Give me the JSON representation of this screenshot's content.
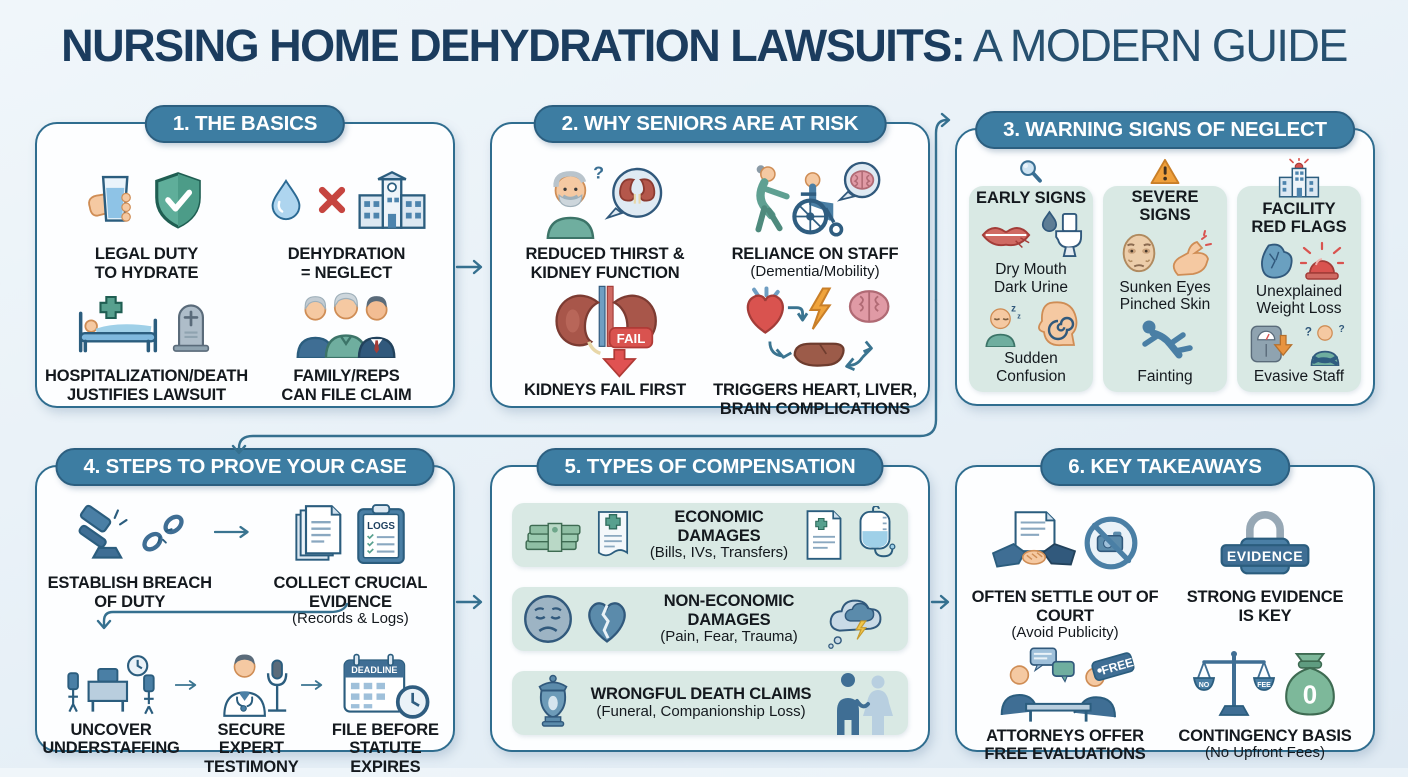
{
  "title": {
    "main": "NURSING HOME DEHYDRATION LAWSUITS:",
    "tail": " A MODERN GUIDE"
  },
  "colors": {
    "page_bg": "#e9f1f7",
    "accent_pill": "#3d7da2",
    "card_border": "#2f6d8f",
    "mint_panel": "#d9e9e4",
    "ink": "#1b3c5e",
    "alert_red": "#d9534f",
    "warn_orange": "#efa03c"
  },
  "glyphs": {
    "question_mark": "?",
    "sleep_z": "z"
  },
  "sections": {
    "basics": {
      "header": "1. THE BASICS",
      "items": {
        "legal_duty": {
          "label": "LEGAL DUTY\nTO HYDRATE",
          "icons": [
            "water-glass-icon",
            "shield-check-icon"
          ]
        },
        "dehydration": {
          "label": "DEHYDRATION\n= NEGLECT",
          "icons": [
            "water-drop-icon",
            "red-x-icon",
            "nursing-home-icon"
          ]
        },
        "hospitalization": {
          "label": "HOSPITALIZATION/DEATH\nJUSTIFIES LAWSUIT",
          "icons": [
            "hospital-bed-icon",
            "tombstone-icon"
          ]
        },
        "family": {
          "label": "FAMILY/REPS\nCAN FILE CLAIM",
          "icons": [
            "family-group-icon"
          ]
        }
      }
    },
    "risk": {
      "header": "2. WHY SENIORS ARE AT RISK",
      "items": {
        "thirst": {
          "label": "REDUCED THIRST &\nKIDNEY FUNCTION",
          "icons": [
            "senior-man-icon",
            "kidney-bubble-icon"
          ]
        },
        "reliance": {
          "label": "RELIANCE ON STAFF",
          "sub": "(Dementia/Mobility)",
          "icons": [
            "nurse-wheelchair-icon",
            "brain-bubble-icon"
          ]
        },
        "kidneys": {
          "label": "KIDNEYS FAIL FIRST",
          "badge": "FAIL",
          "icons": [
            "kidneys-fail-icon"
          ]
        },
        "triggers": {
          "label": "TRIGGERS HEART, LIVER,\nBRAIN COMPLICATIONS",
          "icons": [
            "heart-organ-icon",
            "lightning-icon",
            "brain-icon",
            "liver-icon"
          ]
        }
      }
    },
    "warning": {
      "header": "3. WARNING SIGNS OF NEGLECT",
      "columns": {
        "early": {
          "heading": "EARLY SIGNS",
          "sign1": "Dry Mouth\nDark Urine",
          "sign2": "Sudden Confusion",
          "icons": [
            "magnifier-icon",
            "lips-icon",
            "toilet-drop-icon",
            "sleepy-person-icon",
            "confusion-spiral-icon"
          ]
        },
        "severe": {
          "heading": "SEVERE SIGNS",
          "sign1": "Sunken Eyes\nPinched Skin",
          "sign2": "Fainting",
          "icons": [
            "warning-triangle-icon",
            "sunken-face-icon",
            "pinch-hand-icon",
            "falling-person-icon"
          ]
        },
        "facility": {
          "heading": "FACILITY\nRED FLAGS",
          "sign1": "Unexplained\nWeight Loss",
          "sign2": "Evasive Staff",
          "icons": [
            "facility-alarm-icon",
            "body-organ-icon",
            "siren-icon",
            "weight-scale-icon",
            "evasive-staff-icon"
          ]
        }
      }
    },
    "steps": {
      "header": "4. STEPS TO PROVE YOUR CASE",
      "items": {
        "breach": {
          "label": "ESTABLISH BREACH\nOF DUTY",
          "icons": [
            "gavel-icon",
            "broken-chain-icon"
          ]
        },
        "evidence": {
          "label": "COLLECT CRUCIAL EVIDENCE",
          "sub": "(Records & Logs)",
          "badge": "LOGS",
          "icons": [
            "documents-icon",
            "logs-clipboard-icon"
          ]
        },
        "understaffing": {
          "label": "UNCOVER\nUNDERSTAFFING",
          "icons": [
            "empty-desk-icon"
          ]
        },
        "expert": {
          "label": "SECURE EXPERT\nTESTIMONY",
          "icons": [
            "doctor-microphone-icon"
          ]
        },
        "statute": {
          "label": "FILE BEFORE\nSTATUTE EXPIRES",
          "badge": "DEADLINE",
          "icons": [
            "deadline-calendar-icon",
            "clock-icon"
          ]
        }
      }
    },
    "compensation": {
      "header": "5. TYPES OF COMPENSATION",
      "rows": {
        "economic": {
          "label": "ECONOMIC DAMAGES",
          "sub": "(Bills, IVs, Transfers)",
          "icons": [
            "money-stack-icon",
            "medical-bill-icon",
            "medical-document-icon",
            "iv-bag-icon"
          ]
        },
        "noneconomic": {
          "label": "NON-ECONOMIC DAMAGES",
          "sub": "(Pain, Fear, Trauma)",
          "icons": [
            "sad-face-icon",
            "broken-heart-icon",
            "storm-thought-icon"
          ]
        },
        "wrongful": {
          "label": "WRONGFUL DEATH CLAIMS",
          "sub": "(Funeral, Companionship Loss)",
          "icons": [
            "urn-icon",
            "couple-icon"
          ]
        }
      }
    },
    "takeaways": {
      "header": "6. KEY TAKEAWAYS",
      "items": {
        "settle": {
          "label": "OFTEN SETTLE OUT OF COURT",
          "sub": "(Avoid Publicity)",
          "icons": [
            "handshake-document-icon",
            "no-camera-icon"
          ]
        },
        "evidence": {
          "label": "STRONG EVIDENCE\nIS KEY",
          "badge": "EVIDENCE",
          "icons": [
            "evidence-lock-icon"
          ]
        },
        "attorneys": {
          "label": "ATTORNEYS OFFER\nFREE EVALUATIONS",
          "badge": "FREE",
          "icons": [
            "attorneys-meeting-icon"
          ]
        },
        "contingency": {
          "label": "CONTINGENCY BASIS",
          "sub": "(No Upfront Fees)",
          "pan_left": "NO",
          "pan_right": "FEE",
          "bag": "0",
          "icons": [
            "scales-icon",
            "money-bag-icon"
          ]
        }
      }
    }
  }
}
